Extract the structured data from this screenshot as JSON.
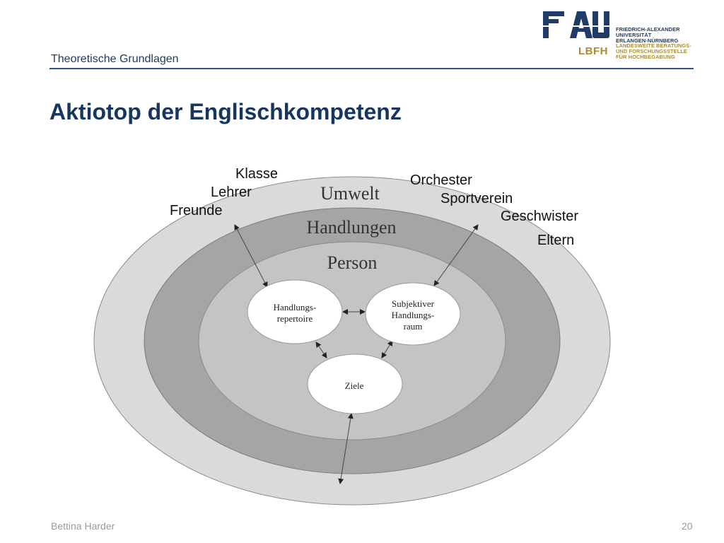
{
  "header": {
    "section_label": "Theoretische Grundlagen",
    "title": "Aktiotop der Englischkompetenz"
  },
  "logo": {
    "mark": "FAU",
    "university_lines": [
      "FRIEDRICH-ALEXANDER",
      "UNIVERSITÄT",
      "ERLANGEN-NÜRNBERG"
    ],
    "lbfh": "LBFH",
    "lbfh_lines": [
      "LANDESWEITE BERATUNGS-",
      "UND FORSCHUNGSSTELLE",
      "FÜR HOCHBEGABUNG"
    ]
  },
  "diagram": {
    "rings": {
      "outer": "Umwelt",
      "middle": "Handlungen",
      "inner": "Person"
    },
    "nodes": {
      "repertoire": [
        "Handlungs-",
        "repertoire"
      ],
      "raum": [
        "Subjektiver",
        "Handlungs-",
        "raum"
      ],
      "ziele": "Ziele"
    },
    "environment_left": [
      "Klasse",
      "Lehrer",
      "Freunde"
    ],
    "environment_right": [
      "Orchester",
      "Sportverein",
      "Geschwister",
      "Eltern"
    ]
  },
  "colors": {
    "title": "#17365d",
    "rule": "#2e5482",
    "outer_ring": "#dadada",
    "middle_ring": "#a5a5a5",
    "inner_ring": "#c4c4c4",
    "logo_blue": "#1f3b66",
    "logo_gold": "#a98c33"
  },
  "footer": {
    "author": "Bettina Harder",
    "page": "20"
  }
}
